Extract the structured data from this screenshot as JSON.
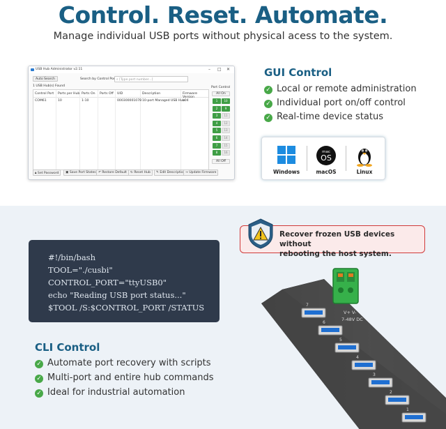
{
  "headline": "Control. Reset. Automate.",
  "subheadline": "Manage individual USB ports without physical acess to the system.",
  "app": {
    "title": "USB Hub Administrator v2.11",
    "controls": {
      "minimize": "–",
      "maximize": "□",
      "close": "✕"
    },
    "auto_search": "Auto Search",
    "search_label": "Search by Control Port",
    "search_placeholder": "[Type port number...]",
    "found": "1 USB Hub(s) Found",
    "columns": [
      "Control Port",
      "Ports per Hub",
      "Ports On",
      "Ports Off",
      "UID",
      "Description",
      "Firmware Version"
    ],
    "row": [
      "COM61",
      "10",
      "1-10",
      "",
      "000300001078",
      "10-port Managed USB Hub",
      "v04"
    ],
    "port_control_title": "Port Control",
    "all_on": "All On",
    "all_off": "All Off",
    "ports": [
      {
        "n": "1",
        "on": true
      },
      {
        "n": "10",
        "on": true
      },
      {
        "n": "2",
        "on": true
      },
      {
        "n": "9",
        "on": true
      },
      {
        "n": "3",
        "on": true
      },
      {
        "n": "11",
        "on": false
      },
      {
        "n": "4",
        "on": true
      },
      {
        "n": "12",
        "on": false
      },
      {
        "n": "5",
        "on": true
      },
      {
        "n": "13",
        "on": false
      },
      {
        "n": "6",
        "on": true
      },
      {
        "n": "14",
        "on": false
      },
      {
        "n": "7",
        "on": true
      },
      {
        "n": "15",
        "on": false
      },
      {
        "n": "8",
        "on": true
      },
      {
        "n": "16",
        "on": false
      }
    ],
    "bottom_buttons": [
      "Set Password",
      "Save Port States",
      "Restore Default",
      "Reset Hub",
      "Edit Description",
      "Update Firmware"
    ]
  },
  "gui_section": {
    "title": "GUI Control",
    "features": [
      "Local or remote administration",
      "Individual port on/off control",
      "Real-time device status"
    ],
    "check_color": "#48a848"
  },
  "os": {
    "items": [
      "Windows",
      "macOS",
      "Linux"
    ],
    "mac_small": "mac",
    "mac_big": "OS"
  },
  "terminal": {
    "lines": [
      "#!/bin/bash",
      "TOOL=\"./cusbi\"",
      "CONTROL_PORT=\"ttyUSB0\"",
      "echo \"Reading USB port status...\"",
      "$TOOL /S:$CONTROL_PORT /STATUS"
    ]
  },
  "callout": {
    "text_line1": "Recover frozen USB devices without",
    "text_line2": "rebooting the host system."
  },
  "hub": {
    "label_v": "V+  V-",
    "label_dc": "7-48V DC",
    "port_numbers": [
      "7",
      "6",
      "5",
      "4",
      "3",
      "2",
      "1"
    ]
  },
  "cli_section": {
    "title": "CLI Control",
    "features": [
      "Automate port recovery with scripts",
      "Multi-port and entire hub commands",
      "Ideal for industrial automation"
    ]
  },
  "colors": {
    "brand": "#1a5f84",
    "check": "#48a848",
    "alert": "#d03a3a"
  }
}
